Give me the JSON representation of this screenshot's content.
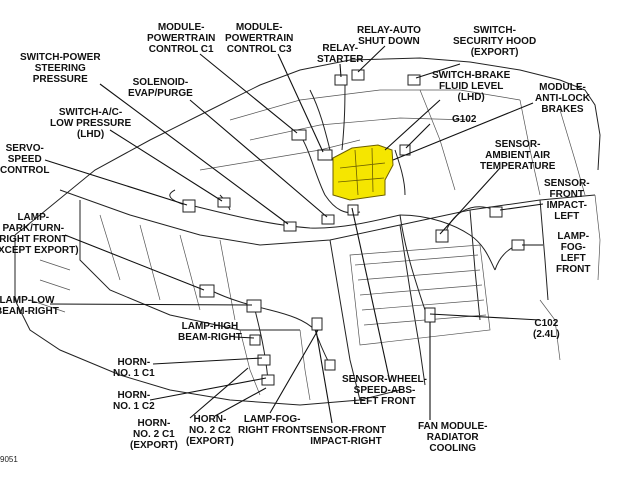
{
  "diagram": {
    "title": "Front End Wiring Harness Component Locations",
    "figure_ref": "9051",
    "highlight_color": "#f5e600",
    "highlighted_component": "module-anti-lock-brakes",
    "labels": [
      {
        "id": "module-powertrain-control-c1",
        "text": "MODULE-\nPOWERTRAIN\nCONTROL C1"
      },
      {
        "id": "module-powertrain-control-c3",
        "text": "MODULE-\nPOWERTRAIN\nCONTROL C3"
      },
      {
        "id": "relay-starter",
        "text": "RELAY-\nSTARTER"
      },
      {
        "id": "relay-auto-shut-down",
        "text": "RELAY-AUTO\nSHUT DOWN"
      },
      {
        "id": "switch-security-hood",
        "text": "SWITCH-\nSECURITY HOOD\n(EXPORT)"
      },
      {
        "id": "switch-power-steering-pressure",
        "text": "SWITCH-POWER\nSTEERING\nPRESSURE"
      },
      {
        "id": "solenoid-evap-purge",
        "text": "SOLENOID-\nEVAP/PURGE"
      },
      {
        "id": "switch-brake-fluid-level",
        "text": "SWITCH-BRAKE\nFLUID LEVEL\n(LHD)"
      },
      {
        "id": "module-anti-lock-brakes",
        "text": "MODULE-\nANTI-LOCK\nBRAKES"
      },
      {
        "id": "switch-ac-low-pressure",
        "text": "SWITCH-A/C-\nLOW PRESSURE\n(LHD)"
      },
      {
        "id": "g102",
        "text": "G102"
      },
      {
        "id": "servo-speed-control",
        "text": "SERVO-\nSPEED\nCONTROL"
      },
      {
        "id": "sensor-ambient-air-temperature",
        "text": "SENSOR-\nAMBIENT AIR\nTEMPERATURE"
      },
      {
        "id": "sensor-front-impact-left",
        "text": "SENSOR-\nFRONT\nIMPACT-\nLEFT"
      },
      {
        "id": "lamp-park-turn-right-front",
        "text": "LAMP-\nPARK/TURN-\nRIGHT FRONT\n(EXCEPT EXPORT)"
      },
      {
        "id": "lamp-fog-left-front",
        "text": "LAMP-\nFOG-\nLEFT\nFRONT"
      },
      {
        "id": "lamp-low-beam-right",
        "text": "LAMP-LOW\nBEAM-RIGHT"
      },
      {
        "id": "c102",
        "text": "C102\n(2.4L)"
      },
      {
        "id": "lamp-high-beam-right",
        "text": "LAMP-HIGH\nBEAM-RIGHT"
      },
      {
        "id": "horn-no1-c1",
        "text": "HORN-\nNO. 1 C1"
      },
      {
        "id": "horn-no1-c2",
        "text": "HORN-\nNO. 1 C2"
      },
      {
        "id": "sensor-wheel-speed-abs-left-front",
        "text": "SENSOR-WHEEL-\nSPEED-ABS-\nLEFT FRONT"
      },
      {
        "id": "horn-no2-c1",
        "text": "HORN-\nNO. 2 C1\n(EXPORT)"
      },
      {
        "id": "horn-no2-c2",
        "text": "HORN-\nNO. 2 C2\n(EXPORT)"
      },
      {
        "id": "lamp-fog-right-front",
        "text": "LAMP-FOG-\nRIGHT FRONT"
      },
      {
        "id": "sensor-front-impact-right",
        "text": "SENSOR-FRONT\nIMPACT-RIGHT"
      },
      {
        "id": "fan-module-radiator-cooling",
        "text": "FAN MODULE-\nRADIATOR\nCOOLING"
      }
    ]
  }
}
